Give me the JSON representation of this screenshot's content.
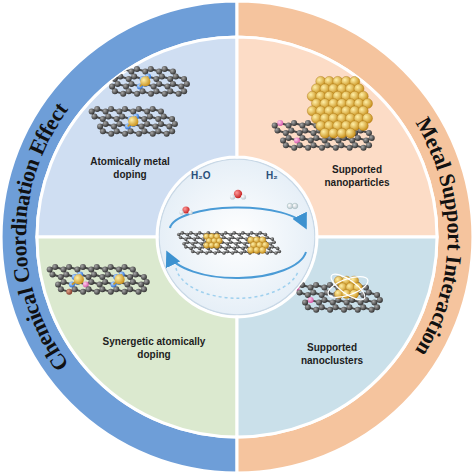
{
  "diagram": {
    "nodes": [
      {
        "text": [
          "Chemical Coordination Effect"
        ]
      },
      {
        "text": [
          "Atomically metal doping"
        ]
      },
      {
        "text": [
          "Synergetic atomically doping"
        ]
      },
      {
        "text": [
          "Metal Support Interaction"
        ]
      },
      {
        "text": [
          "Supported nanoparticles"
        ]
      },
      {
        "text": [
          "Supported nanoclusters"
        ]
      }
    ],
    "labels": [
      "H₂O",
      "H₂"
    ]
  }
}
